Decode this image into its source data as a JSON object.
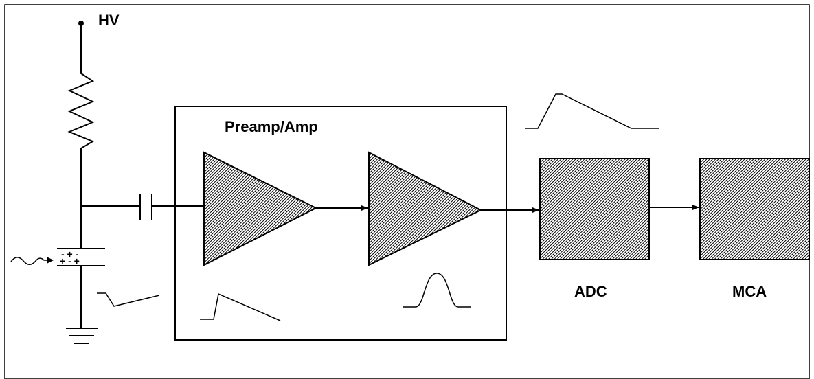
{
  "labels": {
    "hv": "HV",
    "preamp_amp": "Preamp/Amp",
    "adc": "ADC",
    "mca": "MCA",
    "detector_charges_top": "- + -",
    "detector_charges_bottom": "+ - +"
  },
  "colors": {
    "stroke": "#000000",
    "block_fill": "#8c8c8c",
    "background": "#ffffff"
  },
  "icons": {
    "radiation_input": "wavy-arrow-icon",
    "ground": "ground-icon",
    "resistor": "resistor-icon",
    "capacitor": "capacitor-icon"
  }
}
